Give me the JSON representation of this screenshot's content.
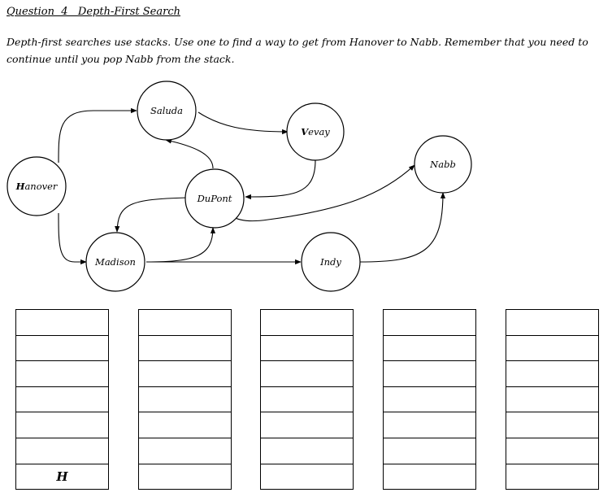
{
  "question": {
    "heading": "Question  4   Depth-First Search",
    "line1": " Depth-first searches use stacks.  Use one to find a way to get from Hanover to Nabb.  Remember that you need to",
    "line2": "continue until you pop Nabb from the stack."
  },
  "graph": {
    "nodes": [
      {
        "id": "hanover",
        "label_bold": "H",
        "label_rest": "anover"
      },
      {
        "id": "saluda",
        "label_bold": "",
        "label_rest": "Saluda"
      },
      {
        "id": "vevay",
        "label_bold": "V",
        "label_rest": "evay"
      },
      {
        "id": "dupont",
        "label_bold": "",
        "label_rest": "DuPont"
      },
      {
        "id": "madison",
        "label_bold": "",
        "label_rest": "Madison"
      },
      {
        "id": "indy",
        "label_bold": "",
        "label_rest": "Indy"
      },
      {
        "id": "nabb",
        "label_bold": "",
        "label_rest": "Nabb"
      }
    ],
    "edges": [
      {
        "from": "Hanover",
        "to": "Saluda"
      },
      {
        "from": "Hanover",
        "to": "Madison"
      },
      {
        "from": "Saluda",
        "to": "Vevay"
      },
      {
        "from": "Vevay",
        "to": "DuPont"
      },
      {
        "from": "DuPont",
        "to": "Saluda"
      },
      {
        "from": "DuPont",
        "to": "Madison"
      },
      {
        "from": "DuPont",
        "to": "Nabb"
      },
      {
        "from": "Madison",
        "to": "DuPont"
      },
      {
        "from": "Madison",
        "to": "Indy"
      },
      {
        "from": "Indy",
        "to": "Nabb"
      }
    ]
  },
  "stacks": [
    {
      "cells": [
        "",
        "",
        "",
        "",
        "",
        "",
        "H"
      ]
    },
    {
      "cells": [
        "",
        "",
        "",
        "",
        "",
        "",
        ""
      ]
    },
    {
      "cells": [
        "",
        "",
        "",
        "",
        "",
        "",
        ""
      ]
    },
    {
      "cells": [
        "",
        "",
        "",
        "",
        "",
        "",
        ""
      ]
    },
    {
      "cells": [
        "",
        "",
        "",
        "",
        "",
        "",
        ""
      ]
    }
  ]
}
